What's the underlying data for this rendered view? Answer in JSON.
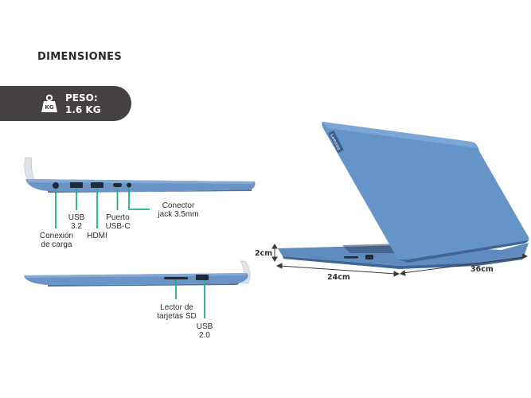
{
  "section_title": "DIMENSIONES",
  "weight": {
    "label": "PESO:",
    "value": "1.6 KG",
    "icon": "weight-icon"
  },
  "side_left": {
    "ports": [
      {
        "name": "charging-port",
        "label": "Conexión de carga"
      },
      {
        "name": "usb-32-port",
        "label": "USB 3.2"
      },
      {
        "name": "hdmi-port",
        "label": "HDMI"
      },
      {
        "name": "usb-c-port",
        "label": "Puerto USB-C"
      },
      {
        "name": "audio-jack",
        "label": "Conector jack 3.5mm"
      }
    ]
  },
  "side_right": {
    "ports": [
      {
        "name": "sd-card-reader",
        "label": "Lector de tarjetas SD"
      },
      {
        "name": "usb-20-port",
        "label": "USB 2.0"
      }
    ]
  },
  "dimensions": {
    "height": "2cm",
    "depth": "24cm",
    "width": "36cm"
  },
  "laptop_brand": "Lenovo",
  "colors": {
    "laptop_blue": "#5b8ac0",
    "callout_green": "#1fb08a",
    "pill_dark": "#454141"
  }
}
